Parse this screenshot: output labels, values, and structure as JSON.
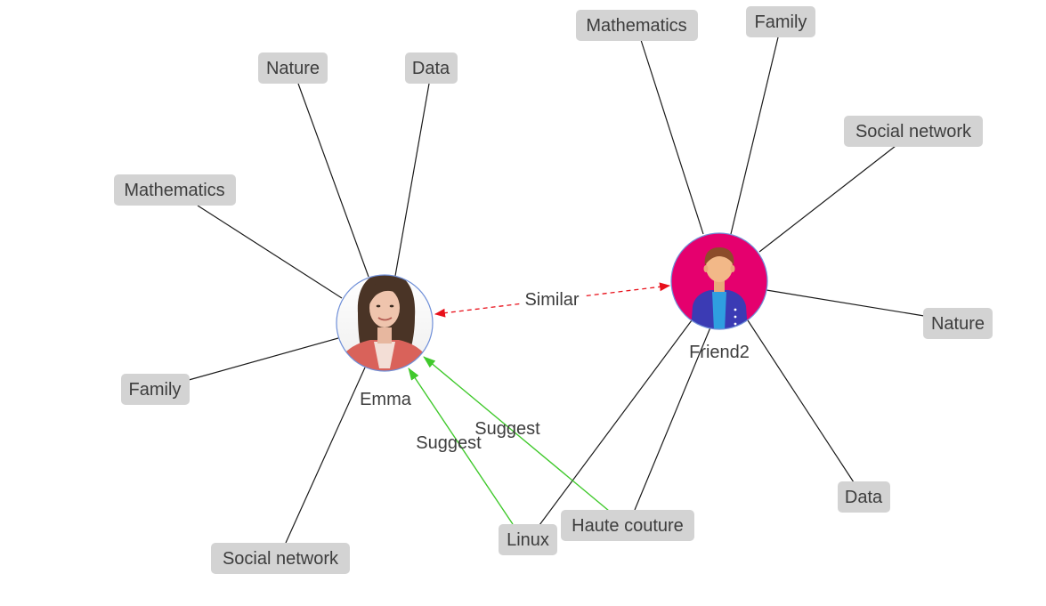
{
  "persons": {
    "emma": {
      "label": "Emma"
    },
    "friend2": {
      "label": "Friend2"
    }
  },
  "emma_tags": {
    "nature": "Nature",
    "data": "Data",
    "mathematics": "Mathematics",
    "family": "Family",
    "social_network": "Social network"
  },
  "friend2_tags": {
    "mathematics": "Mathematics",
    "family": "Family",
    "social_network": "Social network",
    "nature": "Nature",
    "data": "Data"
  },
  "suggested_tags": {
    "linux": "Linux",
    "haute_couture": "Haute couture"
  },
  "edge_labels": {
    "similar": "Similar",
    "suggest_linux": "Suggest",
    "suggest_haute_couture": "Suggest"
  },
  "colors": {
    "tag_fill": "#d3d3d3",
    "tag_text": "#3d3d3d",
    "plain_edge": "#1a1a1a",
    "similar_edge": "#e8101a",
    "suggest_edge": "#40c92c",
    "friend2_avatar_bg": "#e5006e",
    "node_border": "#6f8fd8"
  }
}
